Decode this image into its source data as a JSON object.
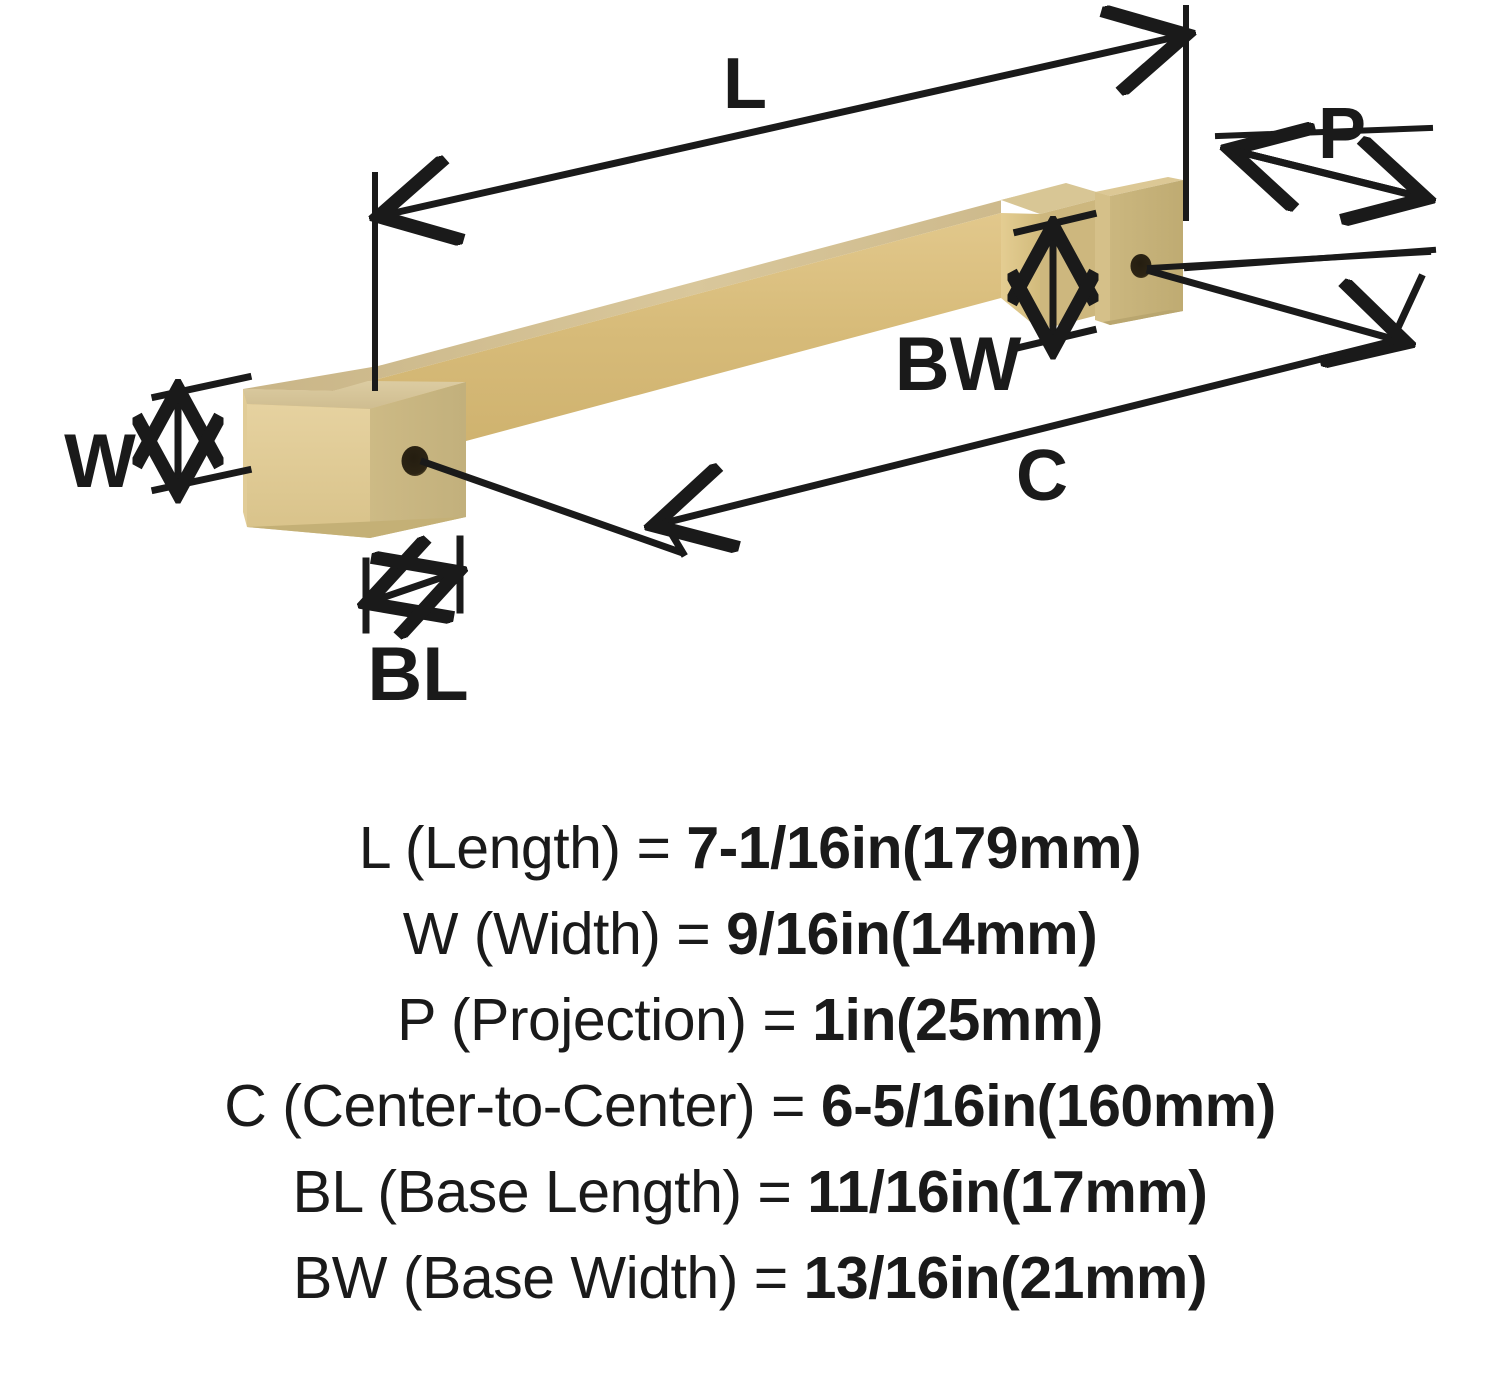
{
  "product": {
    "type": "cabinet-bar-pull-handle",
    "finish_color": "#d3b877",
    "line_color": "#1a1a1a",
    "background": "#ffffff"
  },
  "diagram": {
    "callouts": [
      {
        "key": "L",
        "label": "L",
        "meaning": "Length"
      },
      {
        "key": "W",
        "label": "W",
        "meaning": "Width"
      },
      {
        "key": "P",
        "label": "P",
        "meaning": "Projection"
      },
      {
        "key": "C",
        "label": "C",
        "meaning": "Center-to-Center"
      },
      {
        "key": "BL",
        "label": "BL",
        "meaning": "Base Length"
      },
      {
        "key": "BW",
        "label": "BW",
        "meaning": "Base Width"
      }
    ]
  },
  "specs": [
    {
      "key": "L",
      "name": "L (Length) = ",
      "value": "7-1/16in(179mm)"
    },
    {
      "key": "W",
      "name": "W (Width) = ",
      "value": "9/16in(14mm)"
    },
    {
      "key": "P",
      "name": "P (Projection) = ",
      "value": "1in(25mm)"
    },
    {
      "key": "C",
      "name": "C (Center-to-Center) = ",
      "value": "6-5/16in(160mm)"
    },
    {
      "key": "BL",
      "name": "BL (Base Length) = ",
      "value": "11/16in(17mm)"
    },
    {
      "key": "BW",
      "name": "BW (Base Width) = ",
      "value": "13/16in(21mm)"
    }
  ]
}
